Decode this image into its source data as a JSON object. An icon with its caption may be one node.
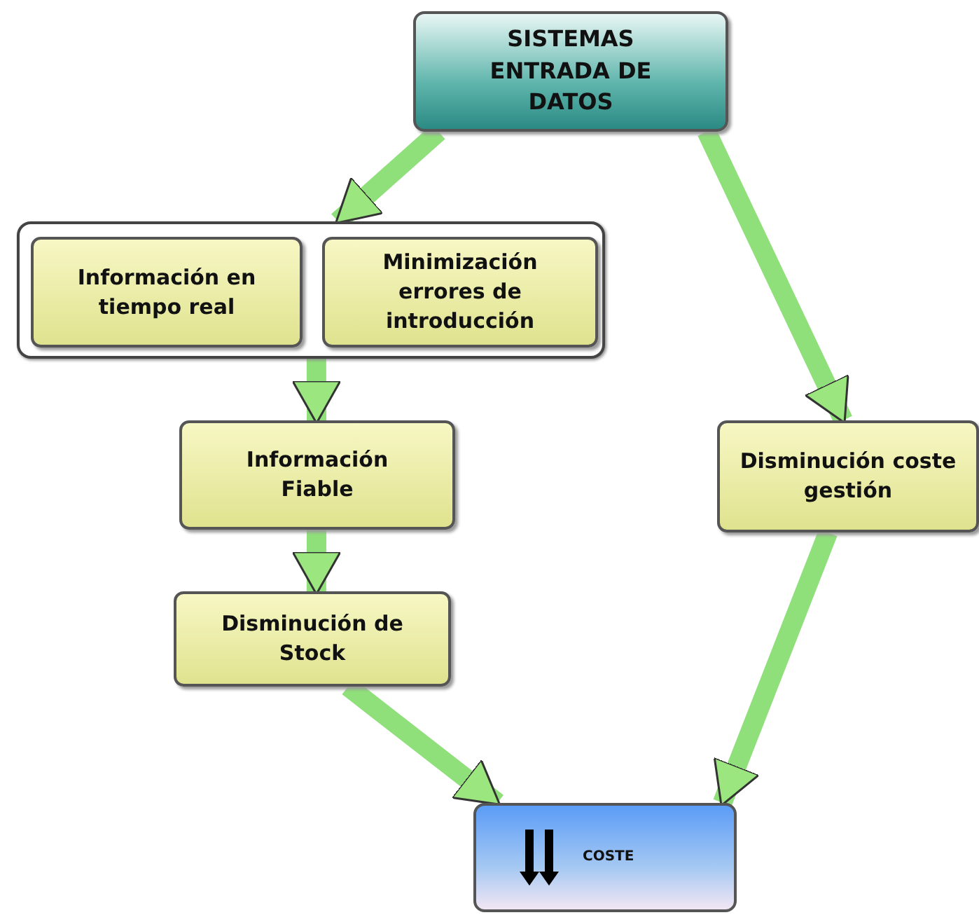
{
  "diagram": {
    "nodes": [
      {
        "text": [
          "SISTEMAS ENTRADA DE DATOS"
        ]
      },
      {
        "text": [],
        "shape": "box"
      },
      {
        "text": [
          "Información en tiempo real"
        ],
        "in": 1
      },
      {
        "text": [
          "Minimización errores de introducción"
        ],
        "in": 1
      },
      {
        "text": [
          "Información Fiable"
        ]
      },
      {
        "text": [
          "Disminución de Stock"
        ]
      },
      {
        "text": [
          "Disminución coste gestión"
        ]
      },
      {
        "text": [
          "COSTE"
        ]
      }
    ],
    "edges": [
      {
        "from": 0,
        "to": 1,
        "arrow": "to"
      },
      {
        "from": 0,
        "to": 6,
        "arrow": "to"
      },
      {
        "from": 1,
        "to": 4,
        "arrow": "to"
      },
      {
        "from": 4,
        "to": 5,
        "arrow": "to"
      },
      {
        "from": 5,
        "to": 7,
        "arrow": "to"
      },
      {
        "from": 6,
        "to": 7,
        "arrow": "to"
      }
    ]
  }
}
